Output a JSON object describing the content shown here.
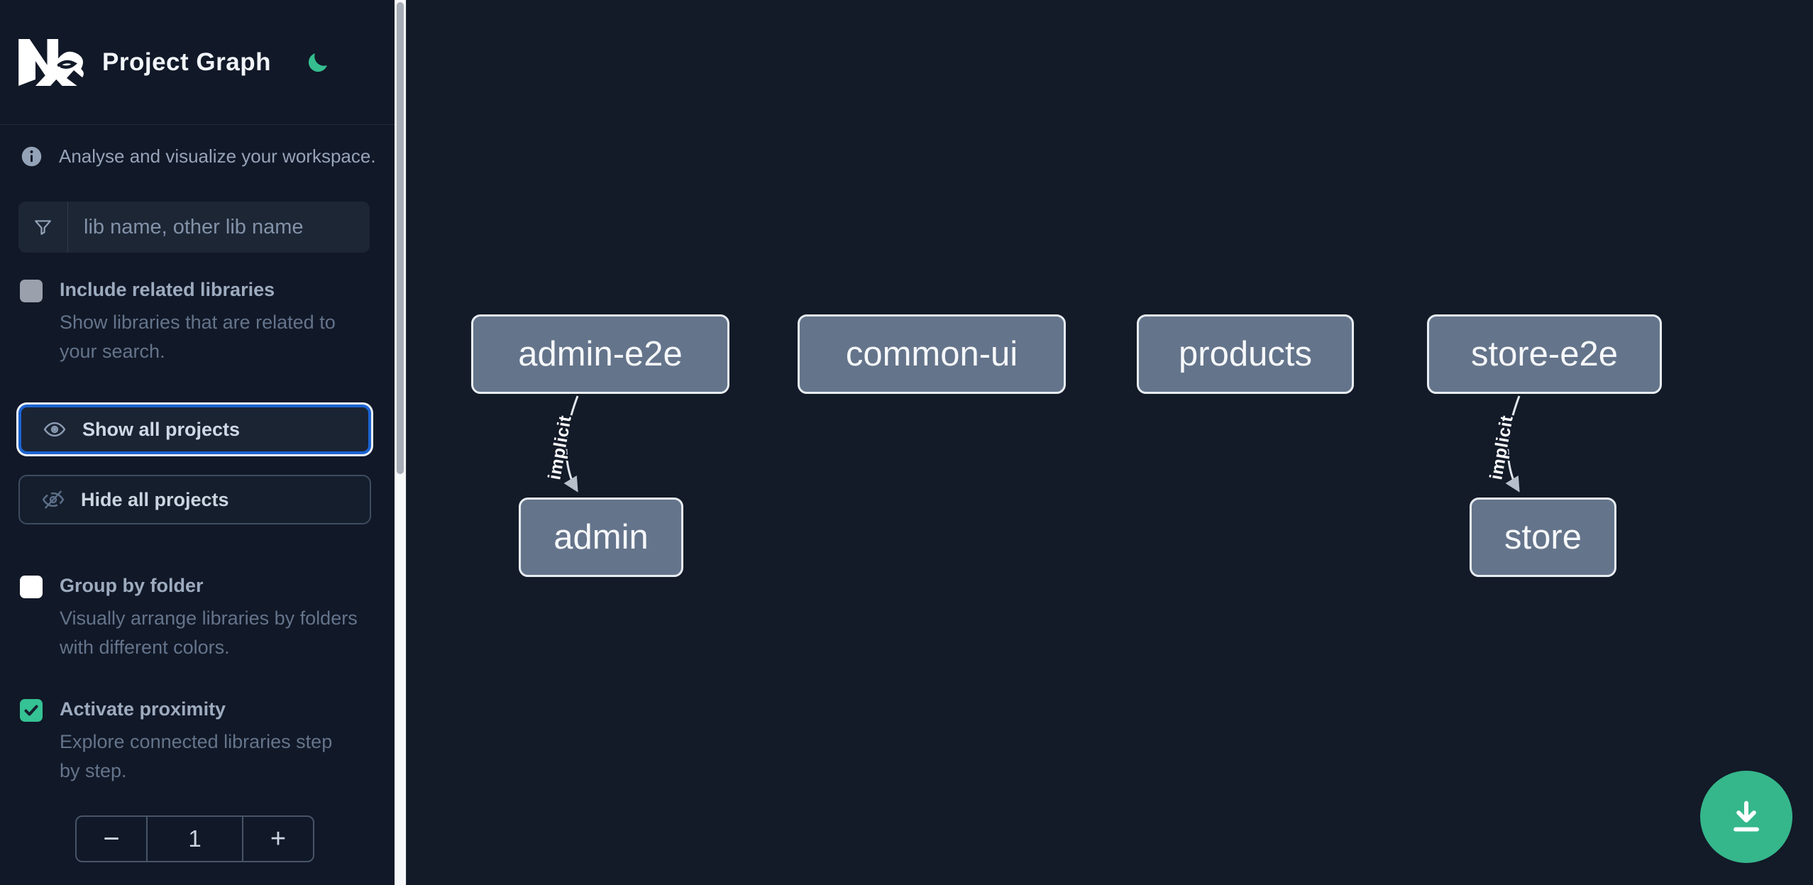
{
  "header": {
    "title": "Project Graph",
    "logo_icon": "nx-logo",
    "theme_icon": "moon-icon"
  },
  "sidebar": {
    "tagline": "Analyse and visualize your workspace.",
    "tagline_icon": "info-icon",
    "search": {
      "placeholder": "lib name, other lib name",
      "icon": "funnel-icon",
      "value": ""
    },
    "options": {
      "related": {
        "label": "Include related libraries",
        "description": "Show libraries that are related to your search.",
        "checked": false
      },
      "group": {
        "label": "Group by folder",
        "description": "Visually arrange libraries by folders with different colors.",
        "checked": false
      },
      "proximity": {
        "label": "Activate proximity",
        "description": "Explore connected libraries step by step.",
        "checked": true
      }
    },
    "buttons": {
      "show_all": "Show all projects",
      "hide_all": "Hide all projects"
    },
    "stepper": {
      "decrement": "−",
      "value": "1",
      "increment": "+"
    }
  },
  "graph": {
    "nodes": [
      {
        "id": "admin-e2e",
        "label": "admin-e2e"
      },
      {
        "id": "common-ui",
        "label": "common-ui"
      },
      {
        "id": "products",
        "label": "products"
      },
      {
        "id": "store-e2e",
        "label": "store-e2e"
      },
      {
        "id": "admin",
        "label": "admin"
      },
      {
        "id": "store",
        "label": "store"
      }
    ],
    "edges": [
      {
        "source": "admin-e2e",
        "target": "admin",
        "label": "implicit"
      },
      {
        "source": "store-e2e",
        "target": "store",
        "label": "implicit"
      }
    ],
    "fab_icon": "download-icon"
  },
  "colors": {
    "sidebar_bg": "#111827",
    "canvas_bg": "#131a28",
    "accent_green": "#35b78b",
    "checkbox_green": "#35c294",
    "focus_blue": "#1b63d1",
    "node_fill": "#64748b",
    "node_border": "#e8edf2",
    "edge": "#e2e7ee"
  }
}
